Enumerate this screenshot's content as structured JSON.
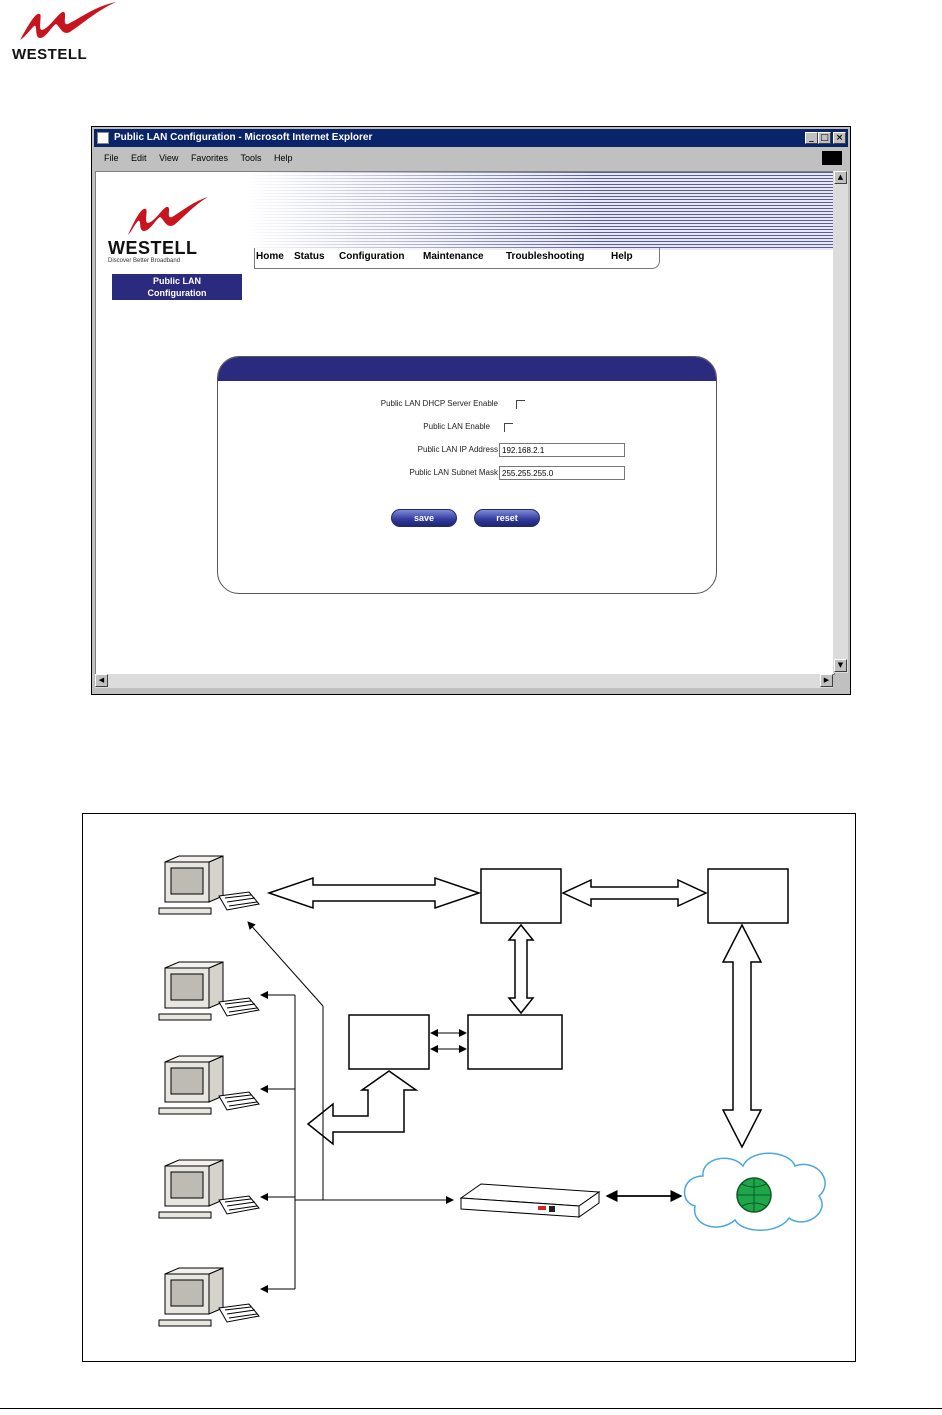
{
  "page_logo": {
    "brand": "WESTELL"
  },
  "window": {
    "title": "Public LAN Configuration - Microsoft Internet Explorer",
    "controls": {
      "minimize": "_",
      "maximize": "□",
      "close": "×"
    },
    "menu": [
      "File",
      "Edit",
      "View",
      "Favorites",
      "Tools",
      "Help"
    ]
  },
  "web": {
    "logo_brand": "WESTELL",
    "logo_tagline": "Discover Better Broadband",
    "nav": [
      "Home",
      "Status",
      "Configuration",
      "Maintenance",
      "Troubleshooting",
      "Help"
    ],
    "page_label_line1": "Public LAN",
    "page_label_line2": "Configuration",
    "form": {
      "dhcp_label": "Public LAN DHCP Server Enable",
      "lan_enable_label": "Public LAN Enable",
      "ip_label": "Public LAN IP Address",
      "ip_value": "192.168.2.1",
      "mask_label": "Public LAN Subnet Mask",
      "mask_value": "255.255.255.0",
      "dhcp_checked": false,
      "lan_enabled_checked": false
    },
    "buttons": {
      "save": "save",
      "reset": "reset"
    }
  }
}
